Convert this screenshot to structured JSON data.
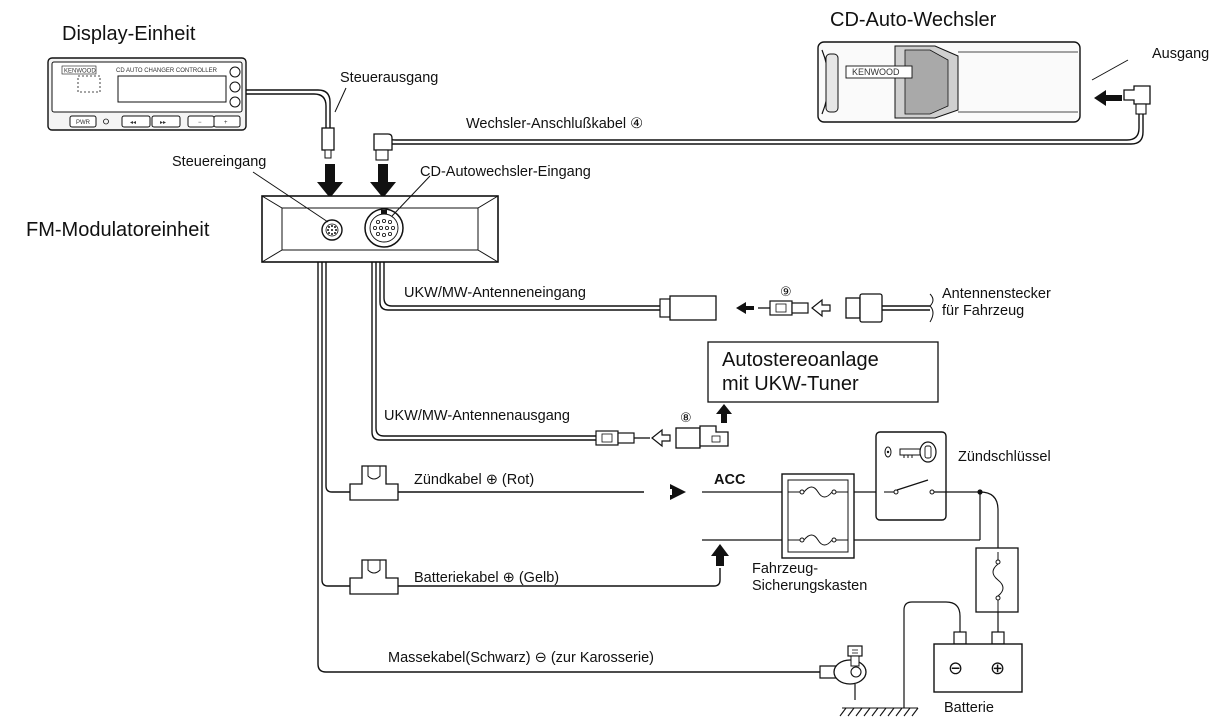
{
  "labels": {
    "display_unit": "Display-Einheit",
    "cd_changer": "CD-Auto-Wechsler",
    "output": "Ausgang",
    "control_output": "Steuerausgang",
    "changer_cable": "Wechsler-Anschlußkabel ④",
    "control_input": "Steuereingang",
    "cd_changer_input": "CD-Autowechsler-Eingang",
    "fm_modulator": "FM-Modulatoreinheit",
    "antenna_input": "UKW/MW-Antenneneingang",
    "ref_9": "⑨",
    "vehicle_antenna_1": "Antennenstecker",
    "vehicle_antenna_2": "für Fahrzeug",
    "car_stereo_1": "Autostereoanlage",
    "car_stereo_2": "mit UKW-Tuner",
    "antenna_output": "UKW/MW-Antennenausgang",
    "ref_8": "⑧",
    "ignition_key": "Zündschlüssel",
    "ignition_cable": "Zündkabel ⊕ (Rot)",
    "acc": "ACC",
    "battery_cable": "Batteriekabel ⊕ (Gelb)",
    "fuse_box_1": "Fahrzeug-",
    "fuse_box_2": "Sicherungskasten",
    "ground_cable": "Massekabel(Schwarz) ⊖ (zur Karosserie)",
    "battery": "Batterie",
    "brand": "KENWOOD",
    "controller_text": "CD AUTO CHANGER CONTROLLER",
    "pwr": "PWR",
    "rew": "◂◂",
    "ff": "▸▸",
    "minus": "−",
    "plus": "+",
    "battery_minus": "⊖",
    "battery_plus": "⊕"
  }
}
